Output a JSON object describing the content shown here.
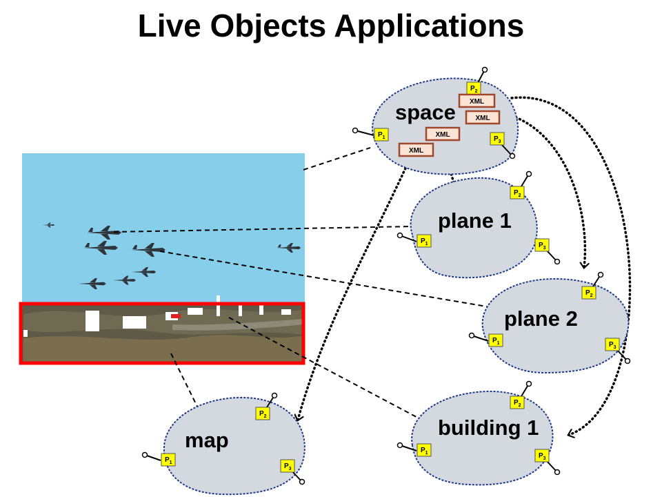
{
  "title": "Live Objects Applications",
  "objects": {
    "space": {
      "label": "space",
      "ports": [
        {
          "main": "P",
          "sub": "1"
        },
        {
          "main": "P",
          "sub": "2"
        },
        {
          "main": "P",
          "sub": "3"
        }
      ]
    },
    "plane1": {
      "label": "plane 1",
      "ports": [
        {
          "main": "P",
          "sub": "1"
        },
        {
          "main": "P",
          "sub": "2"
        },
        {
          "main": "P",
          "sub": "3"
        }
      ]
    },
    "plane2": {
      "label": "plane 2",
      "ports": [
        {
          "main": "P",
          "sub": "1"
        },
        {
          "main": "P",
          "sub": "2"
        },
        {
          "main": "P",
          "sub": "3"
        }
      ]
    },
    "building1": {
      "label": "building 1",
      "ports": [
        {
          "main": "P",
          "sub": "1"
        },
        {
          "main": "P",
          "sub": "2"
        },
        {
          "main": "P",
          "sub": "3"
        }
      ]
    },
    "map": {
      "label": "map",
      "ports": [
        {
          "main": "P",
          "sub": "1"
        },
        {
          "main": "P",
          "sub": "2"
        },
        {
          "main": "P",
          "sub": "3"
        }
      ]
    }
  },
  "xml_tags": [
    "XML",
    "XML",
    "XML",
    "XML"
  ],
  "colors": {
    "blob_fill": "#d3d9df",
    "blob_stroke": "#1f3a8a",
    "port_fill": "#ffff00",
    "xml_fill": "#fbe3d6",
    "xml_stroke": "#a0462a",
    "scene_sky": "#87ceeb",
    "scene_frame": "#ff0000"
  }
}
